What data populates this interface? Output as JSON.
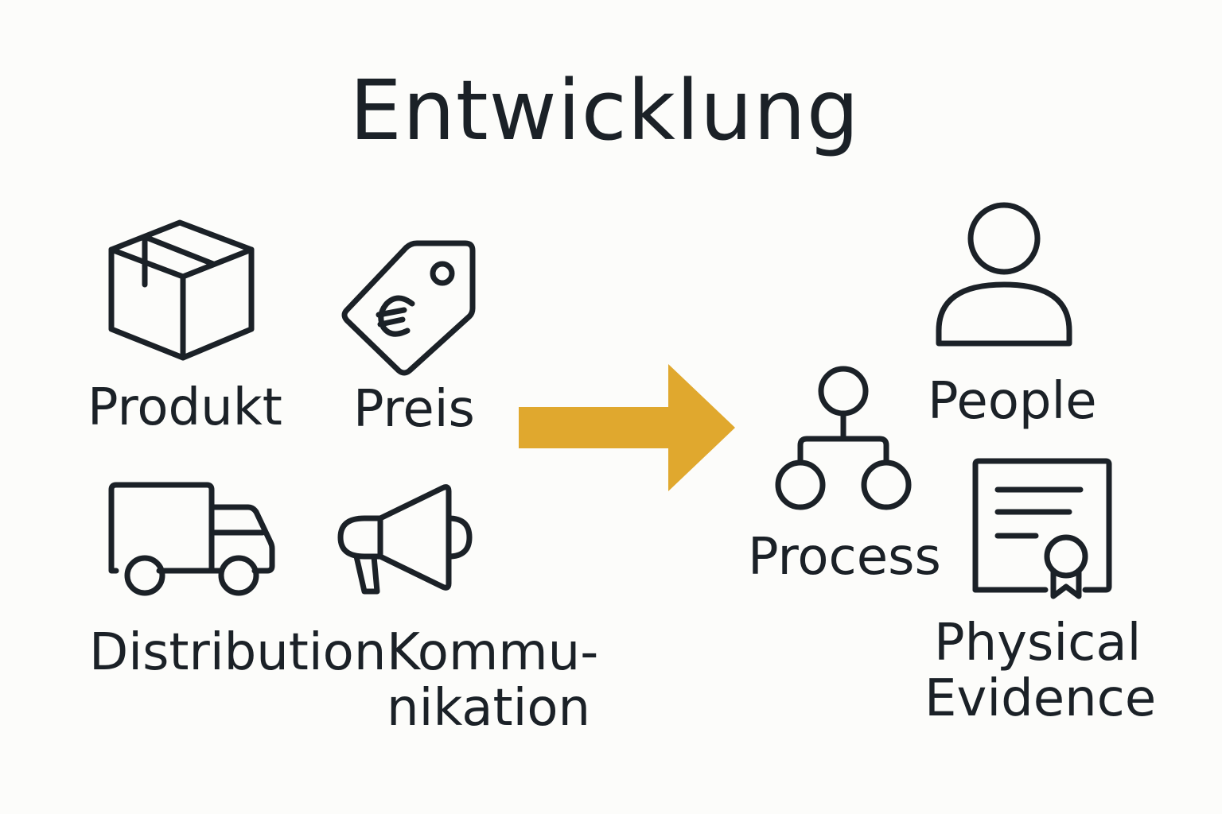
{
  "title": "Entwicklung",
  "colors": {
    "text": "#1b2127",
    "arrow": "#e0a82e",
    "background": "#fcfcfa"
  },
  "left_group": [
    {
      "label": "Produkt",
      "icon": "box-icon"
    },
    {
      "label": "Preis",
      "icon": "price-tag-euro-icon"
    },
    {
      "label": "Distribution",
      "icon": "truck-icon"
    },
    {
      "label_line1": "Kommu-",
      "label_line2": "nikation",
      "icon": "megaphone-icon"
    }
  ],
  "arrow_icon": "arrow-right-icon",
  "right_group": [
    {
      "label": "People",
      "icon": "person-icon"
    },
    {
      "label": "Process",
      "icon": "process-hierarchy-icon"
    },
    {
      "label_line1": "Physical",
      "label_line2": "Evidence",
      "icon": "certificate-icon"
    }
  ]
}
